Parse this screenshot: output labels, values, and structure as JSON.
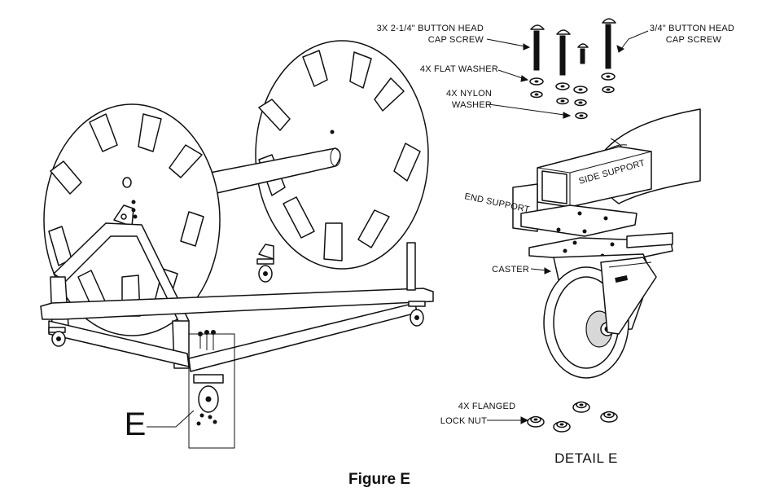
{
  "labels": {
    "cap_screw_long_1": "3X 2-1/4\" BUTTON HEAD",
    "cap_screw_long_2": "CAP SCREW",
    "cap_screw_short_1": "3/4\" BUTTON HEAD",
    "cap_screw_short_2": "CAP SCREW",
    "flat_washer": "4X FLAT WASHER",
    "nylon_washer_1": "4X NYLON",
    "nylon_washer_2": "WASHER",
    "side_support": "SIDE SUPPORT",
    "end_support": "END SUPPORT",
    "caster": "CASTER",
    "lock_nut_1": "4X FLANGED",
    "lock_nut_2": "LOCK NUT",
    "detail_title": "DETAIL E",
    "callout_letter": "E",
    "figure_caption": "Figure E"
  },
  "colors": {
    "line": "#111111",
    "background": "#ffffff",
    "shade": "#d8d8d8"
  }
}
